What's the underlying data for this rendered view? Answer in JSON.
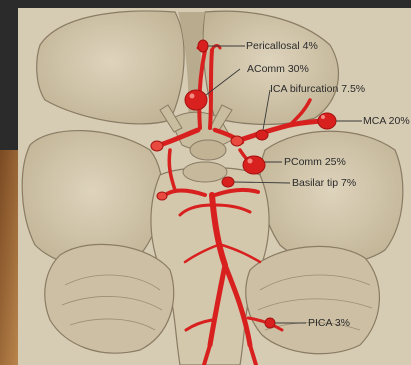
{
  "labels": {
    "pericallosal": "Pericallosal 4%",
    "acomm": "AComm 30%",
    "ica_bifurcation": "ICA bifurcation 7.5%",
    "mca": "MCA 20%",
    "pcomm": "PComm 25%",
    "basilar_tip": "Basilar tip 7%",
    "pica": "PICA 3%"
  },
  "colors": {
    "background": "#2a2a2a",
    "panel": "#d8cdb6",
    "brain": "#cfc3a8",
    "outline": "#8a7c64",
    "artery": "#d8201f",
    "artery_dark": "#a5120f",
    "leader": "#3a3a3a"
  },
  "icons": {
    "aneurysm_marker": "red-bulge"
  }
}
